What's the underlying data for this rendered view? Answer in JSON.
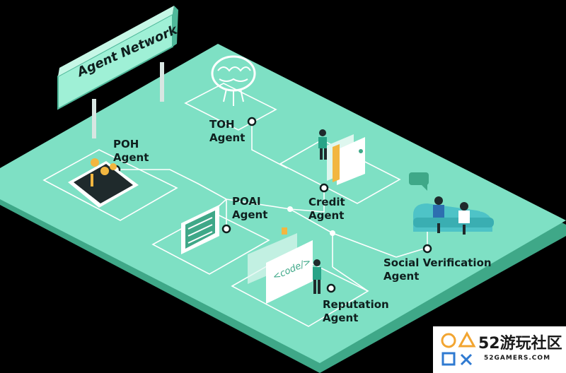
{
  "sign": {
    "title": "Agent Network"
  },
  "agents": {
    "toh": {
      "line1": "TOH",
      "line2": "Agent"
    },
    "poh": {
      "line1": "POH",
      "line2": "Agent"
    },
    "poai": {
      "line1": "POAI",
      "line2": "Agent"
    },
    "credit": {
      "line1": "Credit",
      "line2": "Agent"
    },
    "social": {
      "line1": "Social Verification",
      "line2": "Agent"
    },
    "reputation": {
      "line1": "Reputation",
      "line2": "Agent"
    }
  },
  "code_window": {
    "text": "<code/>"
  },
  "watermark": {
    "main": "52游玩社区",
    "sub": "52GAMERS.COM"
  },
  "colors": {
    "board": "#7ee0c4",
    "board_edge": "#4fb89a",
    "lines": "#ffffff",
    "sign": "#9ff0d6",
    "text": "#0f1f1e"
  }
}
